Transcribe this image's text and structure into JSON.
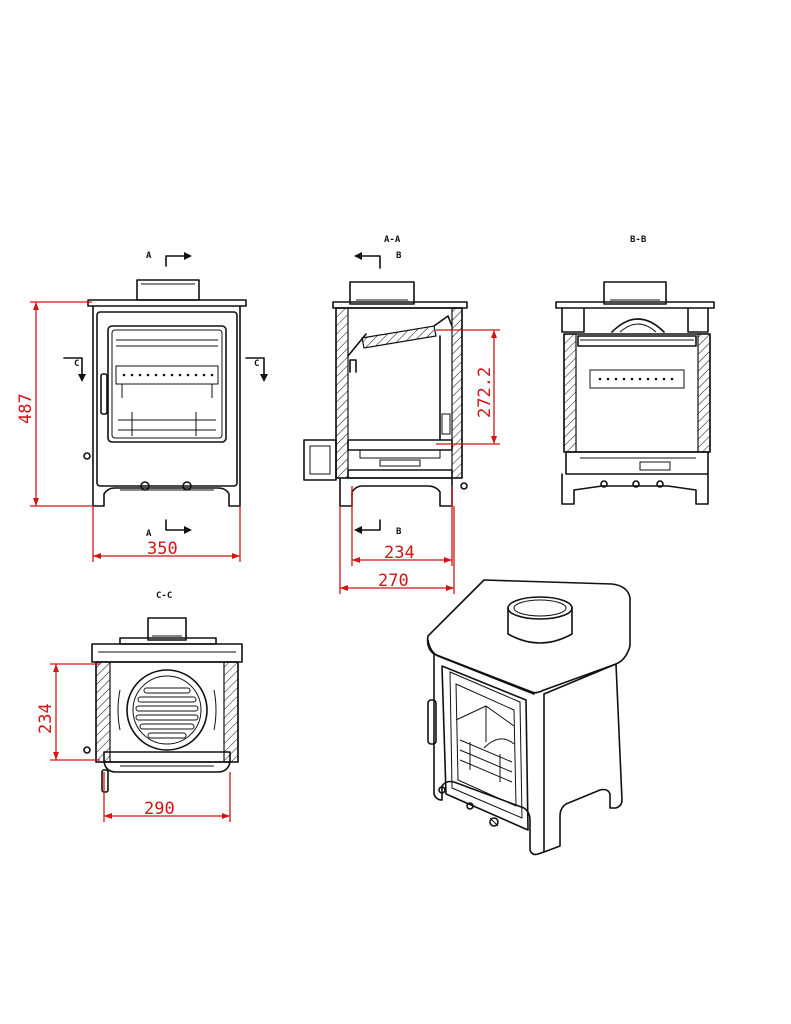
{
  "colors": {
    "line": "#111111",
    "dimension": "#d41414",
    "background": "#ffffff"
  },
  "labels": {
    "section_a_top": "A",
    "section_a_bottom": "A",
    "section_c_left": "C",
    "section_c_right": "C",
    "section_aa_title": "A-A",
    "section_b_top": "B",
    "section_b_bottom": "B",
    "section_bb_title": "B-B",
    "section_cc_title": "C-C"
  },
  "dimensions": {
    "front_height": "487",
    "front_width": "350",
    "side_inner_depth": "234",
    "side_outer_depth": "270",
    "side_chamber_height": "272.2",
    "plan_width": "290",
    "plan_depth": "234"
  }
}
